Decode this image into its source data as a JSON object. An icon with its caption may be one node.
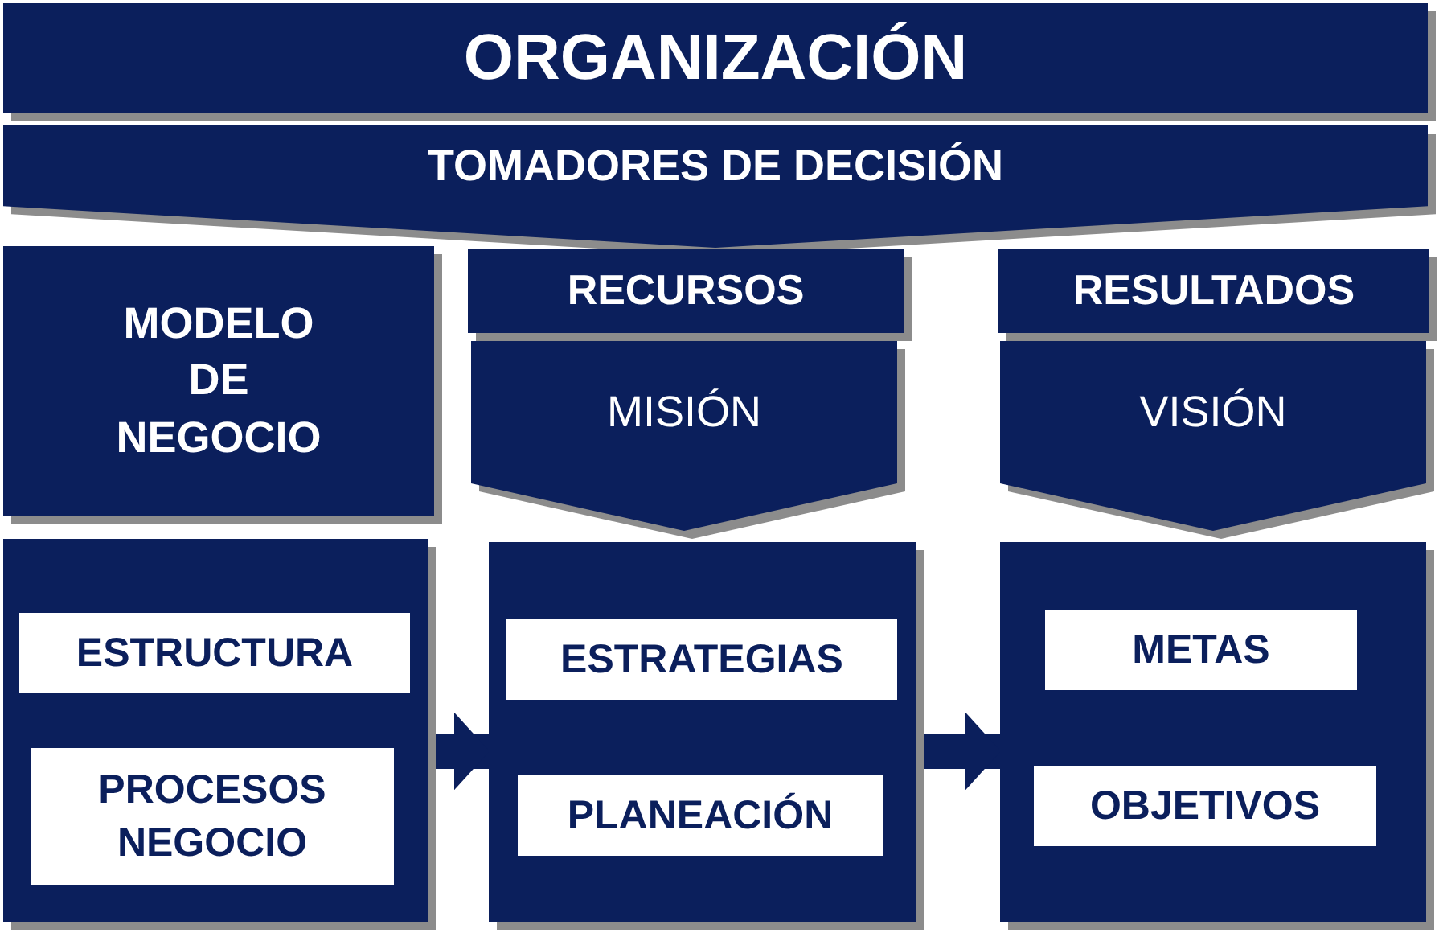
{
  "diagram": {
    "nodes": [
      {
        "text": [
          "ORGANIZACIÓN"
        ]
      },
      {
        "text": [
          "TOMADORES DE DECISIÓN"
        ]
      },
      {
        "text": [
          "MODELO DE NEGOCIO"
        ]
      },
      {
        "text": [
          "RECURSOS"
        ]
      },
      {
        "text": [
          "MISIÓN"
        ]
      },
      {
        "text": [
          "RESULTADOS"
        ]
      },
      {
        "text": [
          "VISIÓN"
        ]
      },
      {
        "text": [],
        "shape": "box"
      },
      {
        "text": [
          "ESTRUCTURA"
        ],
        "in": 7
      },
      {
        "text": [
          "PROCESOS NEGOCIO"
        ],
        "in": 7
      },
      {
        "text": [],
        "shape": "box"
      },
      {
        "text": [
          "ESTRATEGIAS"
        ],
        "in": 10
      },
      {
        "text": [
          "PLANEACIÓN"
        ],
        "in": 10
      },
      {
        "text": [],
        "shape": "box"
      },
      {
        "text": [
          "METAS"
        ],
        "in": 13
      },
      {
        "text": [
          "OBJETIVOS"
        ],
        "in": 13
      }
    ],
    "edges": [
      {
        "from": 7,
        "to": 10,
        "arrow": "to"
      },
      {
        "from": 10,
        "to": 13,
        "arrow": "to"
      }
    ]
  }
}
